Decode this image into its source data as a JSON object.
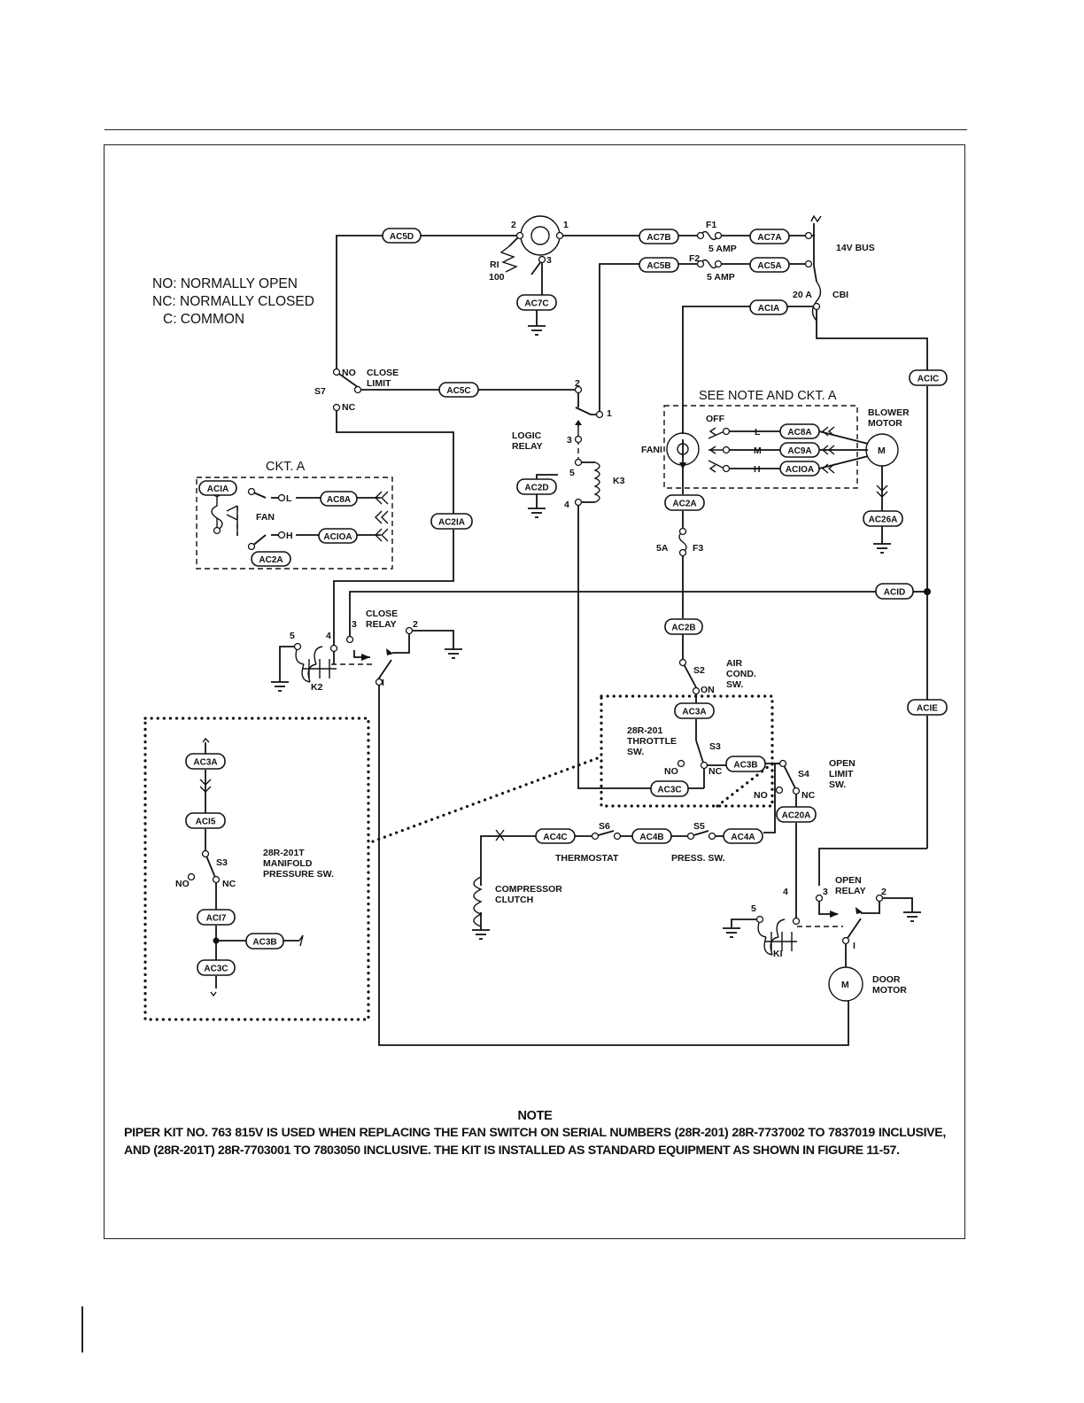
{
  "legend": {
    "no": "NO: NORMALLY OPEN",
    "nc": "NC: NORMALLY CLOSED",
    "c": "C: COMMON"
  },
  "labels": {
    "bus": "14V BUS",
    "f1": "F1",
    "f1_rating": "5 AMP",
    "f2": "F2",
    "f2_rating": "5 AMP",
    "cb1": "CBI",
    "cb1_rating": "20 A",
    "r1": "RI",
    "r1_value": "100",
    "pin_2": "2",
    "pin_1": "1",
    "pin_3": "3",
    "pin_4": "4",
    "pin_5": "5",
    "pin_i": "I",
    "s7": "S7",
    "no": "NO",
    "nc": "NC",
    "close_limit": "CLOSE\nLIMIT",
    "logic_relay": "LOGIC\nRELAY",
    "k3": "K3",
    "see_note": "SEE NOTE AND CKT. A",
    "off": "OFF",
    "fan": "FAN",
    "fan_i": "FANI",
    "l": "L",
    "m": "M",
    "h": "H",
    "blower_motor": "BLOWER\nMOTOR",
    "motor": "M",
    "ckt_a": "CKT. A",
    "f3": "F3",
    "f3_rating": "5A",
    "close_relay": "CLOSE\nRELAY",
    "k2": "K2",
    "s2": "S2",
    "on": "ON",
    "air_cond_sw": "AIR\nCOND.\nSW.",
    "throttle_sw": "28R-201\nTHROTTLE\nSW.",
    "s3": "S3",
    "s4": "S4",
    "open_limit_sw": "OPEN\nLIMIT\nSW.",
    "manifold_sw": "28R-201T\nMANIFOLD\nPRESSURE SW.",
    "s6": "S6",
    "thermostat": "THERMOSTAT",
    "s5": "S5",
    "press_sw": "PRESS. SW.",
    "compressor_clutch": "COMPRESSOR\nCLUTCH",
    "open_relay": "OPEN\nRELAY",
    "k1": "KI",
    "door_motor": "DOOR\nMOTOR"
  },
  "wires": {
    "ac5d": "AC5D",
    "ac7b": "AC7B",
    "ac7a": "AC7A",
    "ac5b": "AC5B",
    "ac5a": "AC5A",
    "ac7c": "AC7C",
    "ac1a": "ACIA",
    "ac1c": "ACIC",
    "ac5c": "AC5C",
    "ac2d": "AC2D",
    "ac8a": "AC8A",
    "ac9a": "AC9A",
    "ac10a": "ACIOA",
    "ac26a": "AC26A",
    "ac2a": "AC2A",
    "ac21a": "AC2IA",
    "ac1d": "ACID",
    "ac2b": "AC2B",
    "ac1e": "ACIE",
    "ac3a": "AC3A",
    "ac3b": "AC3B",
    "ac3c": "AC3C",
    "ac20a": "AC20A",
    "ac4c": "AC4C",
    "ac4b": "AC4B",
    "ac4a": "AC4A",
    "ac15": "ACI5",
    "ac17": "ACI7"
  },
  "note": {
    "title": "NOTE",
    "text": "PIPER KIT NO. 763 815V IS USED WHEN REPLACING THE FAN SWITCH ON SERIAL NUMBERS (28R-201) 28R-7737002 TO 7837019 INCLUSIVE, AND (28R-201T) 28R-7703001 TO 7803050 INCLUSIVE. THE KIT IS INSTALLED AS STANDARD EQUIPMENT AS SHOWN IN FIGURE 11-57."
  }
}
